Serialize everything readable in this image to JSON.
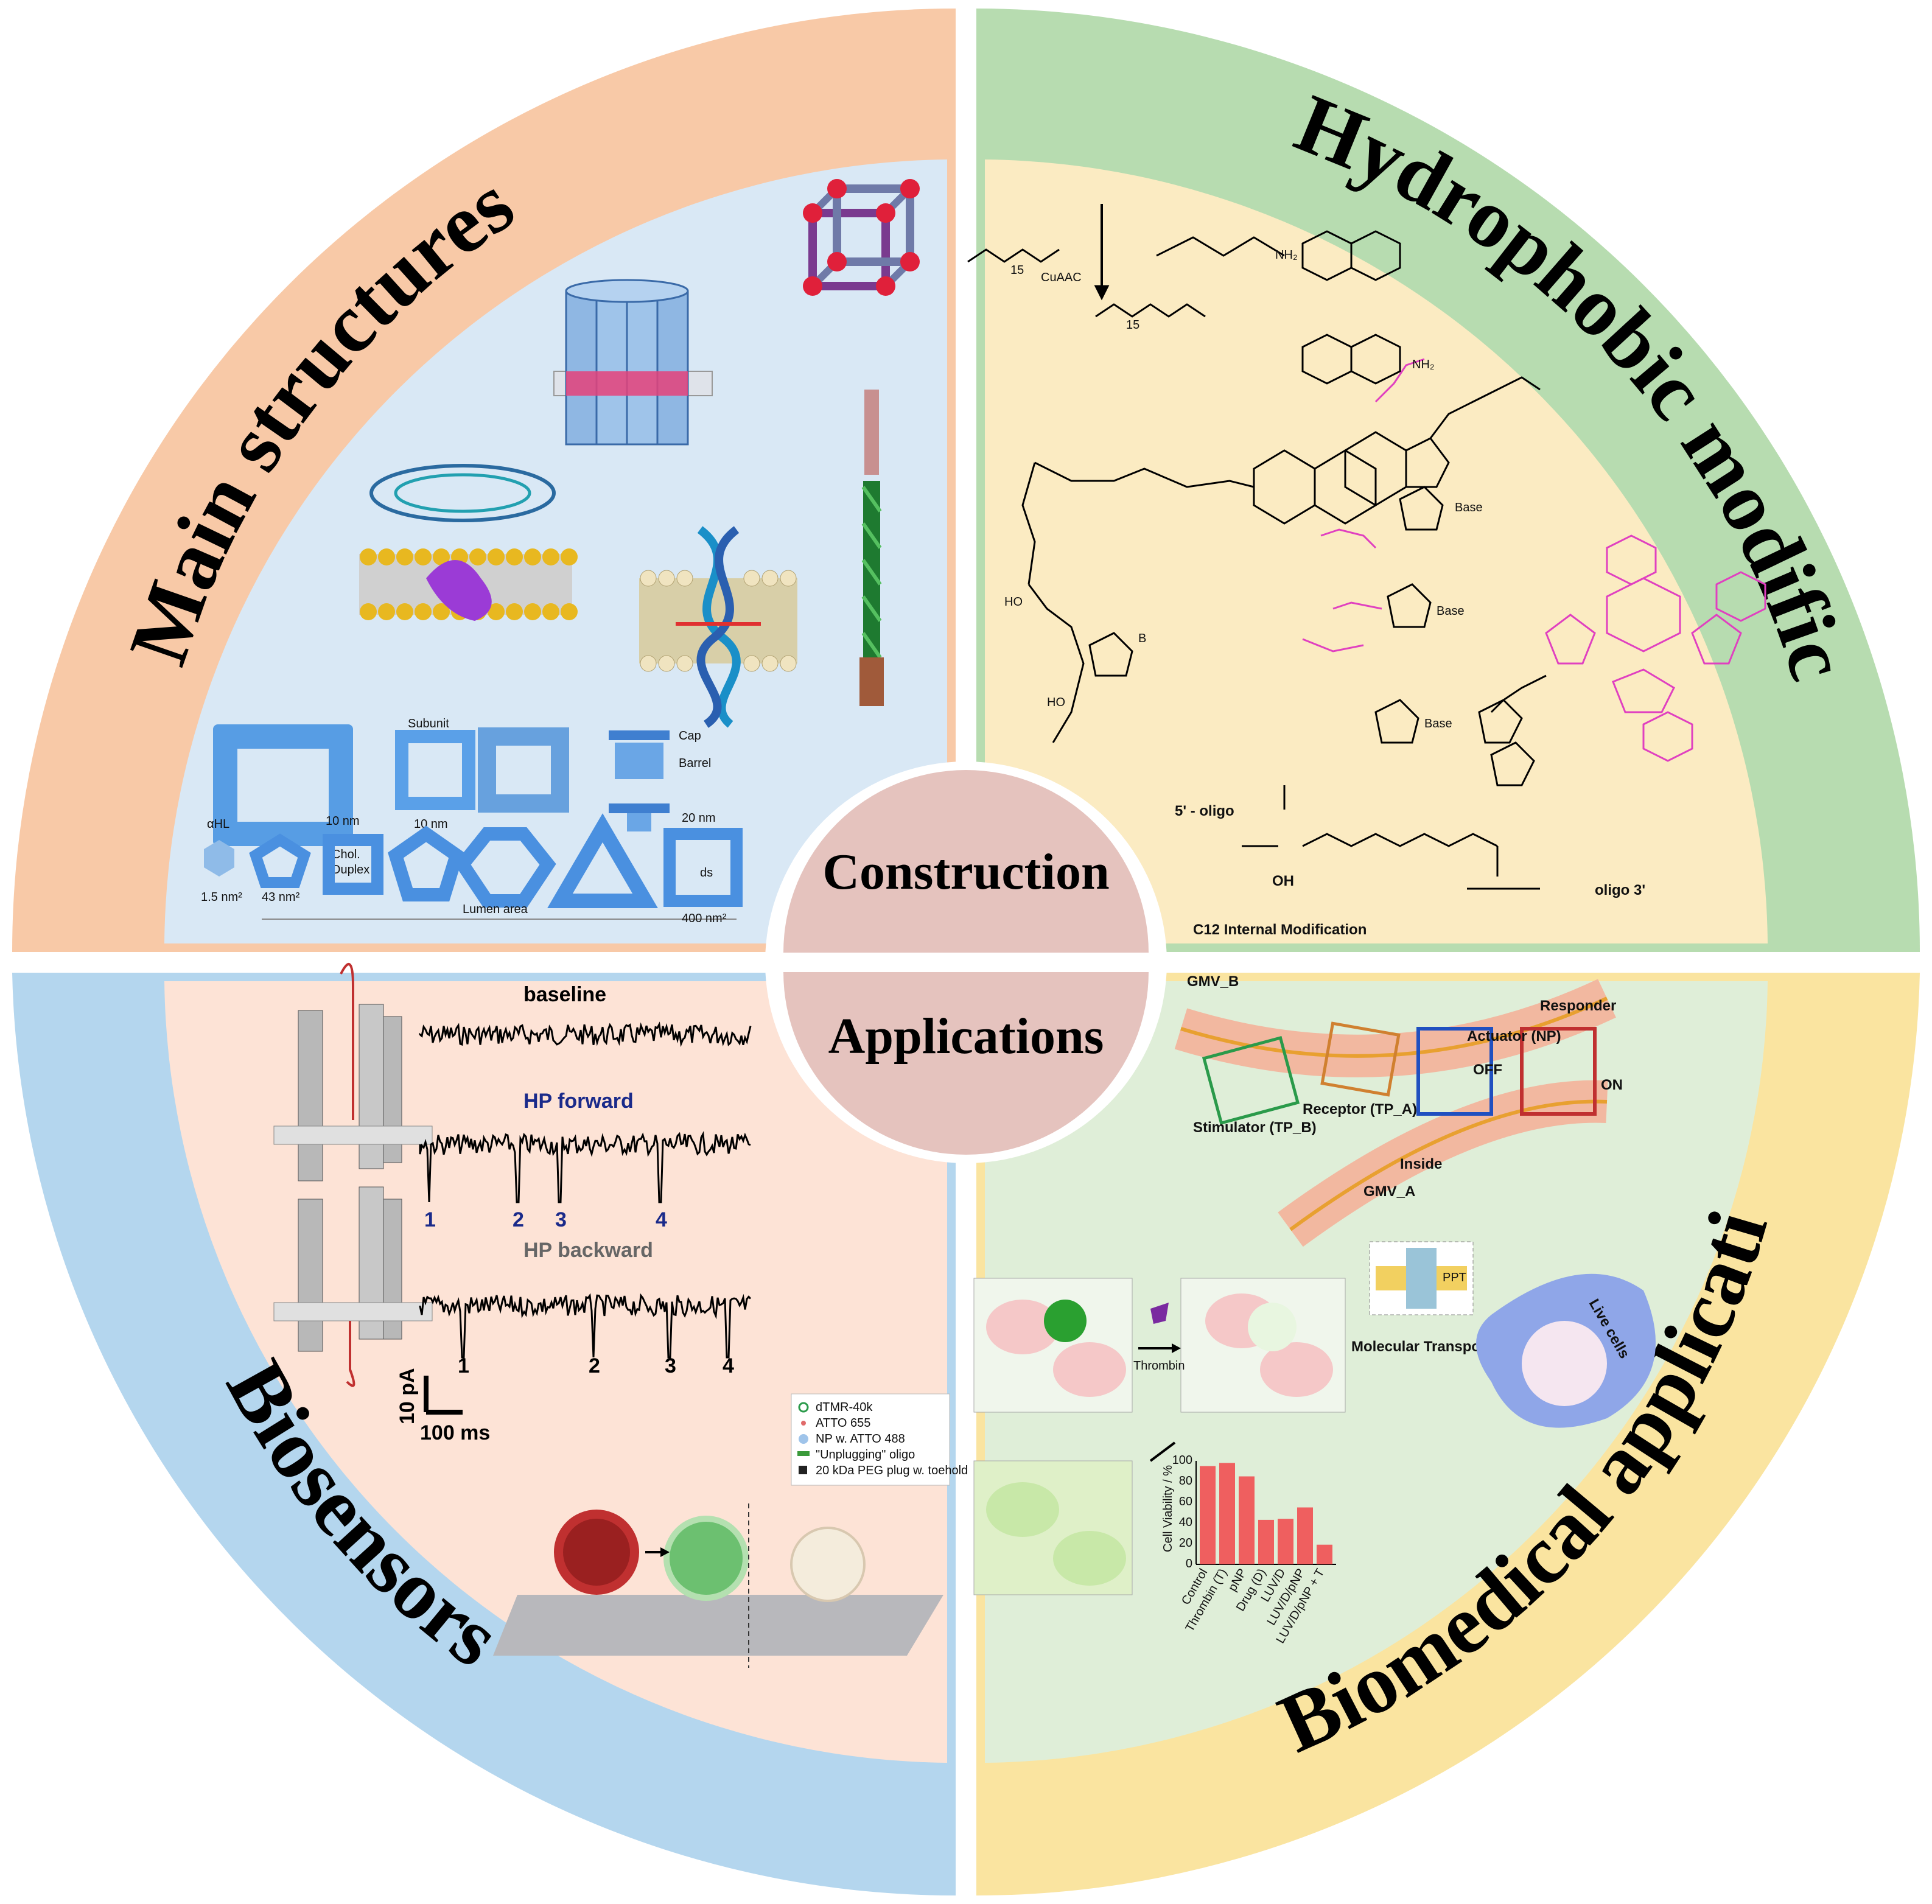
{
  "quadrants": {
    "main_structures": {
      "title": "Main structures",
      "color": "#f8c9a7",
      "panel_color": "#d9e8f5"
    },
    "hydrophobic": {
      "title": "Hydrophobic modifications",
      "color": "#b7dcb0",
      "panel_color": "#fbebc2"
    },
    "biosensors": {
      "title": "Biosensors",
      "color": "#b4d6ee",
      "panel_color": "#fde3d6"
    },
    "biomedical": {
      "title": "Biomedical applications",
      "color": "#fae4a0",
      "panel_color": "#dfeed8"
    }
  },
  "center": {
    "top_label": "Construction",
    "bottom_label": "Applications",
    "color": "#e5c3be"
  },
  "main_structures_panel": {
    "labels": {
      "subunit": "Subunit",
      "cap": "Cap",
      "barrel": "Barrel",
      "chol": "Chol.",
      "duplex": "Duplex",
      "ten_nm": "10 nm",
      "ten_nm_top": "10 nm",
      "twenty_nm": "20 nm",
      "ahl": "αHL",
      "area_small": "1.5 nm²",
      "area_mid": "43 nm²",
      "area_large": "400 nm²",
      "lumen": "Lumen area",
      "ds": "ds"
    }
  },
  "hydrophobic_panel": {
    "labels": {
      "n15_top": "15",
      "n15_bottom": "15",
      "cuaac": "CuAAC",
      "nh2_top": "NH₂",
      "nh2_bottom": "NH₂",
      "base1": "Base",
      "base2": "Base",
      "base3": "Base",
      "b": "B",
      "ho1": "HO",
      "ho2": "HO",
      "oligo5": "5' - oligo",
      "oligo3": "oligo 3'",
      "oh": "OH",
      "c12": "C12 Internal Modification"
    }
  },
  "biosensors_panel": {
    "trace_labels": {
      "baseline": "baseline",
      "forward": "HP forward",
      "backward": "HP backward"
    },
    "event_numbers_forward": [
      "1",
      "2",
      "3",
      "4"
    ],
    "event_numbers_backward": [
      "1",
      "2",
      "3",
      "4"
    ],
    "scale": {
      "current": "10 pA",
      "time": "100 ms"
    },
    "legend": [
      "dTMR-40k",
      "ATTO 655",
      "NP w. ATTO 488",
      "\"Unplugging\" oligo",
      "20 kDa PEG plug w. toehold"
    ]
  },
  "biomedical_panel": {
    "labels": {
      "gmvb": "GMV_B",
      "gmva": "GMV_A",
      "responder": "Responder",
      "actuator": "Actuator (NP)",
      "off": "OFF",
      "on": "ON",
      "stimulator": "Stimulator (TP_B)",
      "receptor": "Receptor (TP_A)",
      "inside": "Inside",
      "thrombin": "Thrombin",
      "molecular_transport": "Molecular Transport",
      "live_cells": "Live cells",
      "ppt": "PPT"
    }
  },
  "chart_data": {
    "type": "bar",
    "title": "",
    "xlabel": "",
    "ylabel": "Cell Viability / %",
    "ylim": [
      0,
      100
    ],
    "yticks": [
      "0",
      "20",
      "40",
      "60",
      "80",
      "100"
    ],
    "categories": [
      "Control",
      "Thrombin (T)",
      "pNP",
      "Drug (D)",
      "LUV/D",
      "LUV/D/pNP",
      "LUV/D/pNP + T"
    ],
    "values": [
      95,
      98,
      85,
      43,
      44,
      55,
      19
    ],
    "color": "#ef5f5f"
  }
}
